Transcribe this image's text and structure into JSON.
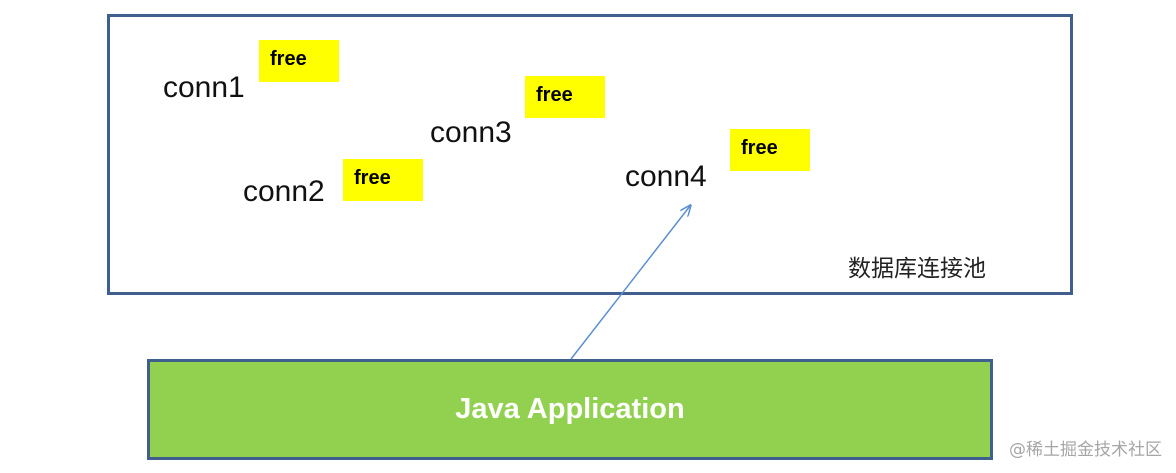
{
  "pool": {
    "title": "数据库连接池",
    "connections": [
      {
        "name": "conn1",
        "status": "free"
      },
      {
        "name": "conn2",
        "status": "free"
      },
      {
        "name": "conn3",
        "status": "free"
      },
      {
        "name": "conn4",
        "status": "free"
      }
    ]
  },
  "app": {
    "label": "Java Application"
  },
  "watermark": "@稀土掘金技术社区",
  "colors": {
    "border": "#3f5f8c",
    "badge": "#ffff00",
    "app_fill": "#92d050",
    "arrow": "#5b8fd0"
  }
}
